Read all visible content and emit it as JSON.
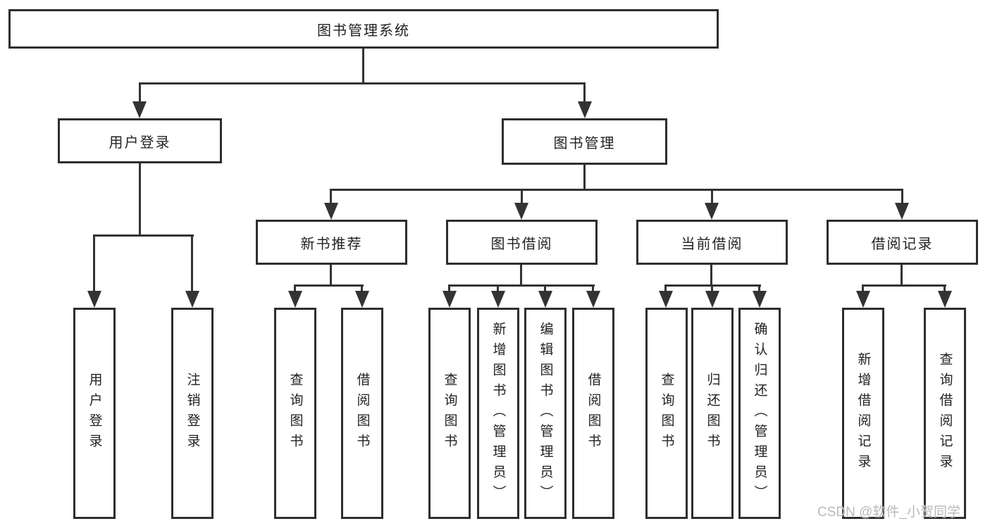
{
  "colors": {
    "line": "#333333",
    "box-border": "#2e2e2e",
    "text": "#222222",
    "watermark": "#b9b9b9",
    "bg": "#ffffff"
  },
  "nodes": {
    "root": "图书管理系统",
    "level2": {
      "user_login": "用户登录",
      "book_management": "图书管理"
    },
    "level3": {
      "new_book": "新书推荐",
      "book_borrow": "图书借阅",
      "current_borrow": "当前借阅",
      "borrow_records": "借阅记录"
    },
    "leaves": {
      "user": [
        "用户登录",
        "注销登录"
      ],
      "new_book": [
        "查询图书",
        "借阅图书"
      ],
      "book_borrow": [
        "查询图书",
        "新增图书（管理员）",
        "编辑图书（管理员）",
        "借阅图书"
      ],
      "current_borrow": [
        "查询图书",
        "归还图书",
        "确认归还（管理员）"
      ],
      "borrow_records": [
        "新增借阅记录",
        "查询借阅记录"
      ]
    }
  },
  "watermark": {
    "text": "CSDN @软件_小贺同学"
  }
}
